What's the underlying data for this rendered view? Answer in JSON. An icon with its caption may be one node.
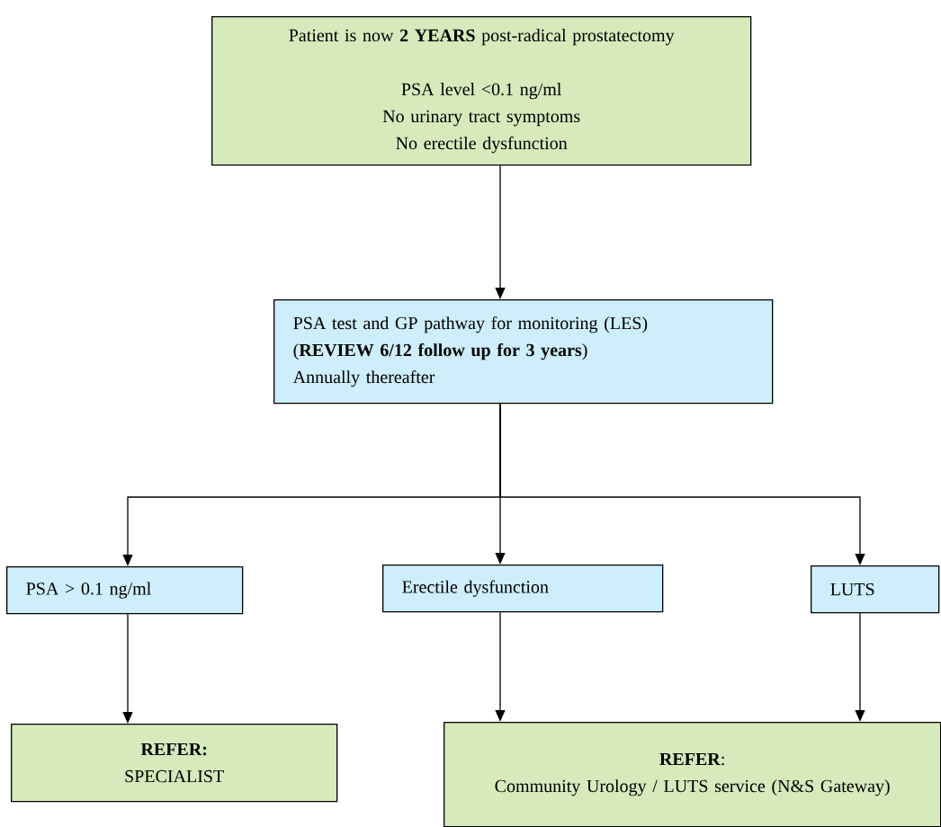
{
  "diagram": {
    "nodes": [
      {
        "text": [
          "Patient is now **2 YEARS** post-radical prostatectomy",
          "PSA level <0.1 ng/ml",
          "No urinary tract symptoms",
          "No erectile dysfunction"
        ]
      },
      {
        "text": [
          "PSA test and GP pathway for monitoring (LES)",
          "(**REVIEW 6/12 follow up for 3 years**)",
          "Annually thereafter"
        ]
      },
      {
        "text": [
          "PSA > 0.1 ng/ml"
        ]
      },
      {
        "text": [
          "Erectile dysfunction"
        ]
      },
      {
        "text": [
          "LUTS"
        ]
      },
      {
        "text": [
          "REFER:",
          "SPECIALIST"
        ]
      },
      {
        "text": [
          "**REFER**:",
          "Community Urology / LUTS service (N&S Gateway)"
        ]
      }
    ],
    "edges": [
      {
        "from": 0,
        "to": 1,
        "arrow": "to"
      },
      {
        "from": 1,
        "to": 2,
        "arrow": "to"
      },
      {
        "from": 1,
        "to": 3,
        "arrow": "to"
      },
      {
        "from": 1,
        "to": 4,
        "arrow": "to"
      },
      {
        "from": 2,
        "to": 5,
        "arrow": "to"
      },
      {
        "from": 3,
        "to": 6,
        "arrow": "to"
      },
      {
        "from": 4,
        "to": 6,
        "arrow": "to"
      }
    ]
  }
}
